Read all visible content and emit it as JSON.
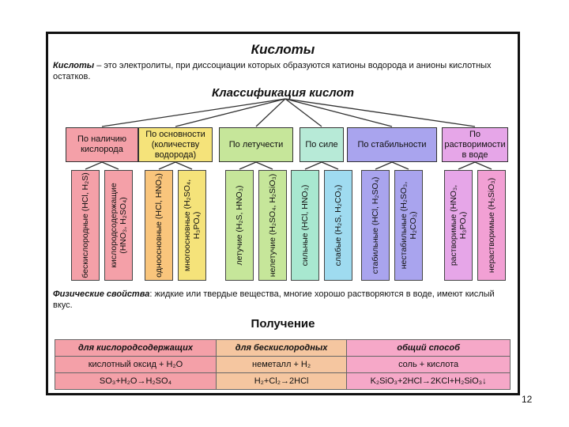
{
  "title": "Кислоты",
  "definition": {
    "term": "Кислоты",
    "text": " – это электролиты, при диссоциации которых образуются катионы водорода и анионы кислотных остатков."
  },
  "classification_title": "Классификация кислот",
  "categories": [
    {
      "label": "По наличию кислорода",
      "color": "#f4a0a8",
      "leaves": [
        {
          "label": "бескислородные (HCl, H₂S)",
          "color": "#f4a0a8"
        },
        {
          "label": "кислородсодержащие (HNO₃, H₂SO₄)",
          "color": "#f4a0a8"
        }
      ]
    },
    {
      "label": "По основности (количеству водорода)",
      "color": "#f5e37a",
      "leaves": [
        {
          "label": "одноосновные (HCl, HNO₃)",
          "color": "#f9c57c"
        },
        {
          "label": "многоосновные (H₂SO₄, H₃PO₄)",
          "color": "#f5e37a"
        }
      ]
    },
    {
      "label": "По летучести",
      "color": "#c6e69a",
      "leaves": [
        {
          "label": "летучие (H₂S, HNO₃)",
          "color": "#c6e69a"
        },
        {
          "label": "нелетучие (H₂SO₄, H₂SiO₃)",
          "color": "#c6e69a"
        }
      ]
    },
    {
      "label": "По силе",
      "color": "#b7ead7",
      "leaves": [
        {
          "label": "сильные (HCl, HNO₃)",
          "color": "#a8e8d0"
        },
        {
          "label": "слабые (H₂S, H₂CO₃)",
          "color": "#9fdbf0"
        }
      ]
    },
    {
      "label": "По стабильности",
      "color": "#a9a4ee",
      "leaves": [
        {
          "label": "стабильные (HCl, H₂SO₄)",
          "color": "#a9a4ee"
        },
        {
          "label": "нестабильные (H₂SO₃, H₂CO₃)",
          "color": "#a9a4ee"
        }
      ]
    },
    {
      "label": "По растворимости в воде",
      "color": "#e6a6e8",
      "leaves": [
        {
          "label": "растворимые (HNO₃, H₃PO₄)",
          "color": "#e6a6e8"
        },
        {
          "label": "нерастворимые (H₂SiO₃)",
          "color": "#f2a0d4"
        }
      ]
    }
  ],
  "physical": {
    "term": "Физические свойства",
    "text": ": жидкие или твердые вещества, многие хорошо растворяются в воде, имеют кислый вкус."
  },
  "preparation": {
    "title": "Получение",
    "headers": [
      "для кислородсодержащих",
      "для бескислородных",
      "общий способ"
    ],
    "rows": [
      [
        "кислотный оксид + H₂O",
        "неметалл + H₂",
        "соль + кислота"
      ],
      [
        "SO₃+H₂O→H₂SO₄",
        "H₂+Cl₂→2HCl",
        "K₂SiO₃+2HCl→2KCl+H₂SiO₃↓"
      ]
    ],
    "row_colors": [
      "#f4a0a8",
      "#f5c6a0",
      "#f6a8c8"
    ]
  },
  "page_number": "12"
}
